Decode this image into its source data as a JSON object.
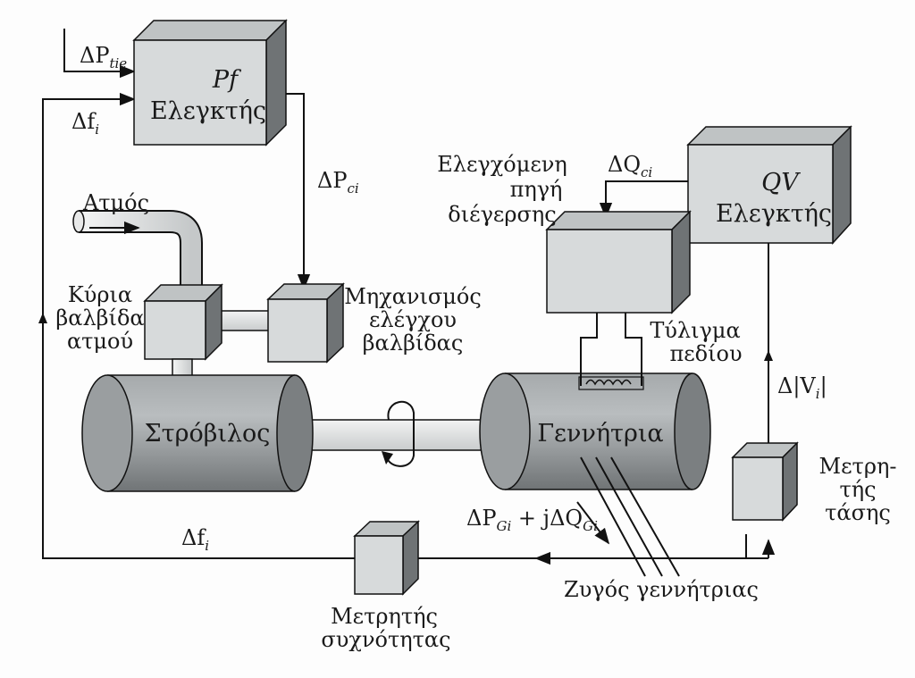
{
  "blocks": {
    "pf_controller": {
      "line1": "Pf",
      "line2": "Ελεγκτής"
    },
    "qv_controller": {
      "line1": "QV",
      "line2": "Ελεγκτής"
    },
    "exciter": {
      "line1": "Ελεγχόμενη",
      "line2": "πηγή",
      "line3": "διέγερσης"
    },
    "valve_mechanism": {
      "line1": "Μηχανισμός",
      "line2": "ελέγχου",
      "line3": "βαλβίδας"
    },
    "main_valve": {
      "line1": "Κύρια",
      "line2": "βαλβίδα",
      "line3": "ατμού"
    },
    "steam": "Ατμός",
    "turbine": "Στρόβιλος",
    "generator": "Γεννήτρια",
    "field_winding": {
      "line1": "Τύλιγμα",
      "line2": "πεδίου"
    },
    "voltage_meter": {
      "line1": "Μετρη-",
      "line2": "τής",
      "line3": "τάσης"
    },
    "frequency_meter": {
      "line1": "Μετρητής",
      "line2": "συχνότητας"
    },
    "generator_bus": "Ζυγός γεννήτριας"
  },
  "signals": {
    "delta_p_tie": {
      "prefix": "ΔP",
      "sub": "tie"
    },
    "delta_f_top": {
      "prefix": "Δf",
      "sub": "i"
    },
    "delta_p_ci": {
      "prefix": "ΔP",
      "sub": "ci"
    },
    "delta_q_ci": {
      "prefix": "ΔQ",
      "sub": "ci"
    },
    "delta_v": {
      "prefix": "Δ|V",
      "sub": "i",
      "suffix": "|"
    },
    "delta_f_bottom": {
      "prefix": "Δf",
      "sub": "i"
    },
    "pg_qg": {
      "p1": "ΔP",
      "s1": "Gi",
      "mid": " + jΔQ",
      "s2": "Gi"
    }
  },
  "colors": {
    "box_front": "#d7dadb",
    "box_top": "#bfc3c4",
    "box_side": "#6f7375",
    "cylinder": "#8c9092",
    "line": "#111111"
  }
}
